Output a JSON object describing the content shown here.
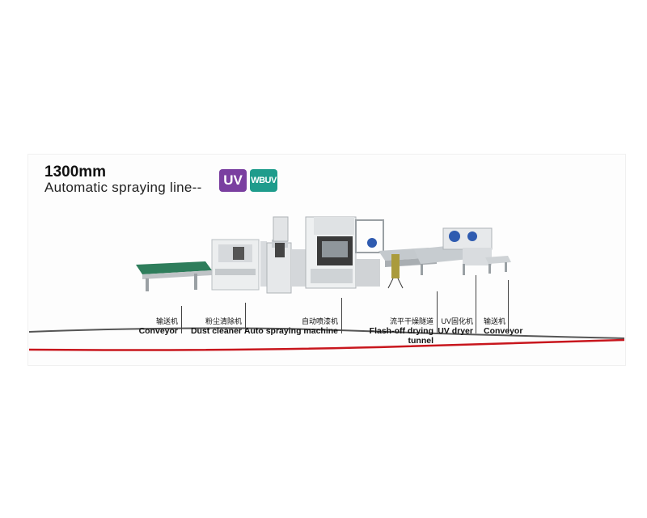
{
  "title": {
    "size": "1300mm",
    "line": "Automatic spraying line--"
  },
  "badges": {
    "uv": "UV",
    "wbuv": "WBUV"
  },
  "stations": [
    {
      "cn": "输送机",
      "en": "Conveyor"
    },
    {
      "cn": "粉尘清除机",
      "en": "Dust cleaner"
    },
    {
      "cn": "自动喷漆机",
      "en": "Auto spraying machine"
    },
    {
      "cn": "流平干燥隧道",
      "en": "Flash-off drying tunnel"
    },
    {
      "cn": "UV固化机",
      "en": "UV dryer"
    },
    {
      "cn": "输送机",
      "en": "Conveyor"
    }
  ],
  "colors": {
    "uv_badge": "#7a3fa0",
    "wbuv_badge": "#1e9c8c",
    "swoosh_red": "#c8161d",
    "swoosh_gray": "#555555",
    "conveyor_belt": "#2e7d5b"
  }
}
